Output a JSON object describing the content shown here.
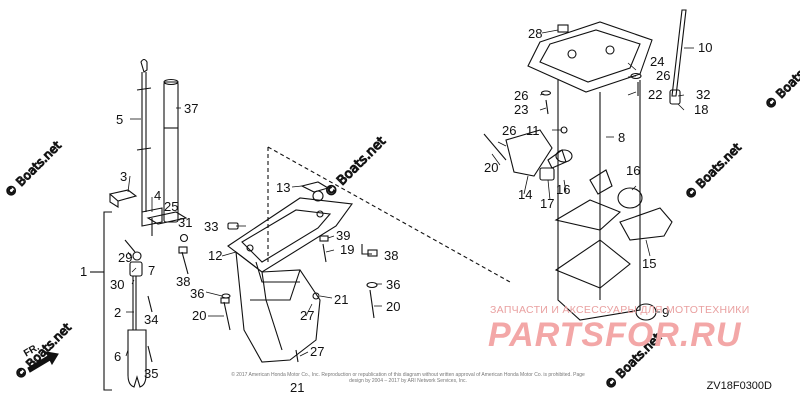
{
  "callouts": {
    "c1": "1",
    "c2": "2",
    "c3": "3",
    "c4": "4",
    "c5": "5",
    "c6": "6",
    "c7": "7",
    "c8": "8",
    "c9": "9",
    "c10": "10",
    "c11": "11",
    "c12": "12",
    "c13": "13",
    "c14": "14",
    "c15": "15",
    "c16a": "16",
    "c16b": "16",
    "c17": "17",
    "c18": "18",
    "c19": "19",
    "c20a": "20",
    "c20b": "20",
    "c20c": "20",
    "c21a": "21",
    "c21b": "21",
    "c22": "22",
    "c23": "23",
    "c24": "24",
    "c25": "25",
    "c26a": "26",
    "c26b": "26",
    "c26c": "26",
    "c27a": "27",
    "c27b": "27",
    "c28": "28",
    "c29": "29",
    "c30": "30",
    "c31": "31",
    "c32": "32",
    "c33": "33",
    "c34": "34",
    "c35": "35",
    "c36a": "36",
    "c36b": "36",
    "c37": "37",
    "c38a": "38",
    "c38b": "38",
    "c39": "39"
  },
  "front_label": "FR.",
  "diagram_code": "ZV18F0300D",
  "watermark": "© Boats.net",
  "copyright_text": "© 2017 American Honda Motor Co., Inc. Reproduction or republication of this diagram without written approval of American Honda Motor Co. is prohibited. Page design by 2004 – 2017 by ARI Network Services, Inc.",
  "brand": {
    "tagline": "ЗАПЧАСТИ И АКСЕССУАРЫ ДЛЯ МОТОТЕХНИКИ",
    "name": "PARTSFOR.RU"
  }
}
